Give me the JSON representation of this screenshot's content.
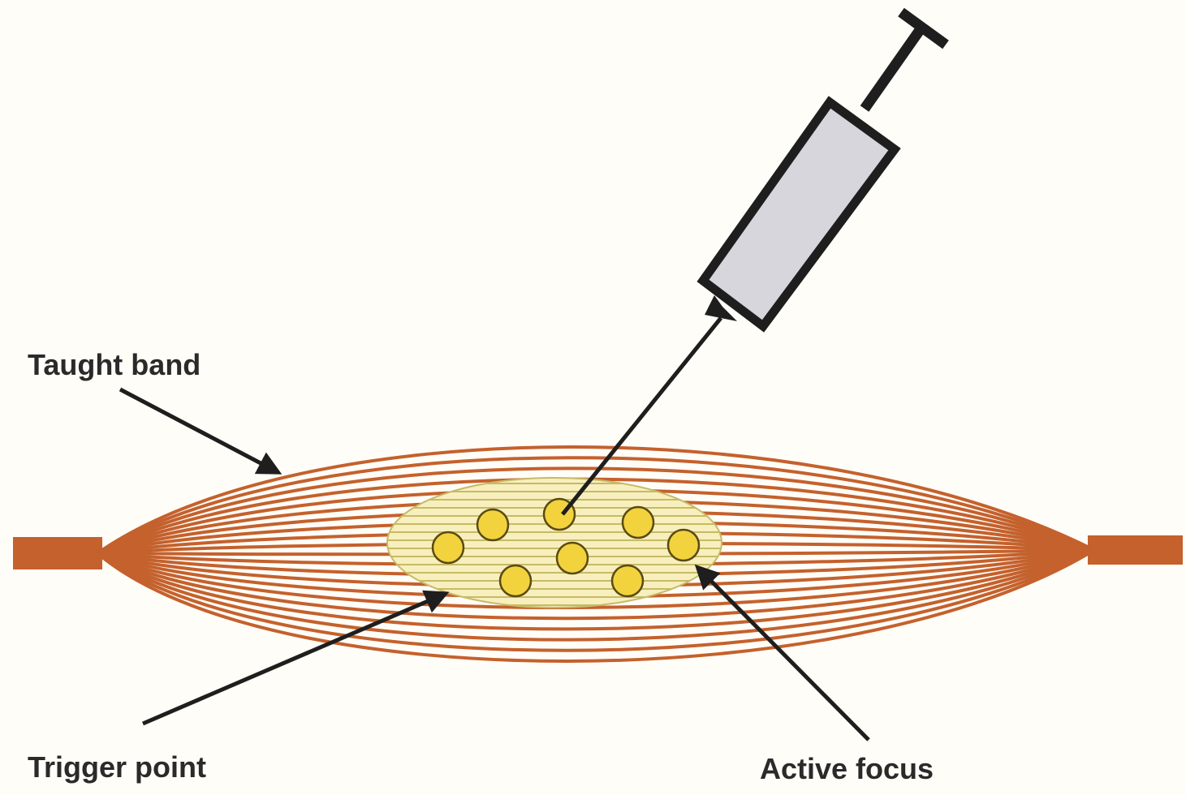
{
  "labels": {
    "taught_band": "Taught band",
    "trigger_point": "Trigger point",
    "active_focus": "Active focus"
  },
  "colors": {
    "background": "#fffdf7",
    "fiber": "#c4612d",
    "nodule_fill": "#f8efbe",
    "nodule_stripe": "#c6ba66",
    "focus_fill": "#f2d33d",
    "focus_stroke": "#5a4a12",
    "syringe_barrel": "#d6d6dc",
    "syringe_outline": "#1e1e1e",
    "arrow": "#1e1e1e"
  }
}
